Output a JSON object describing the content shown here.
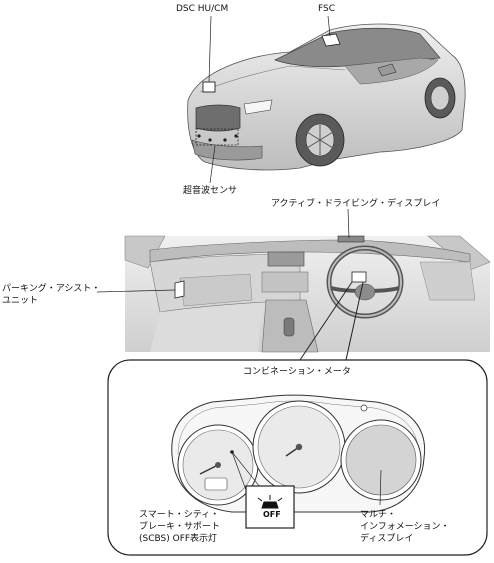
{
  "labels": {
    "dsc": "DSC HU/CM",
    "fsc": "FSC",
    "ultrasonic": "超音波センサ",
    "active_display": "アクティブ・ドライビング・ディスプレイ",
    "parking_assist_1": "パーキング・アシスト・",
    "parking_assist_2": "ユニット",
    "combination_meter": "コンビネーション・メータ",
    "scbs_1": "スマート・シティ・",
    "scbs_2": "ブレーキ・サポート",
    "scbs_3": "(SCBS) OFF表示灯",
    "multi_info_1": "マルチ・",
    "multi_info_2": "インフォメーション・",
    "multi_info_3": "ディスプレイ",
    "indicator_text": "OFF"
  },
  "icons": {
    "scbs_indicator": "scbs-off-car-icon"
  },
  "colors": {
    "line": "#333333",
    "car_fill": "#d9d9d9",
    "car_dark": "#9a9a9a",
    "interior_fill": "#e3e3e3",
    "display_fill": "#d4d4d4"
  }
}
